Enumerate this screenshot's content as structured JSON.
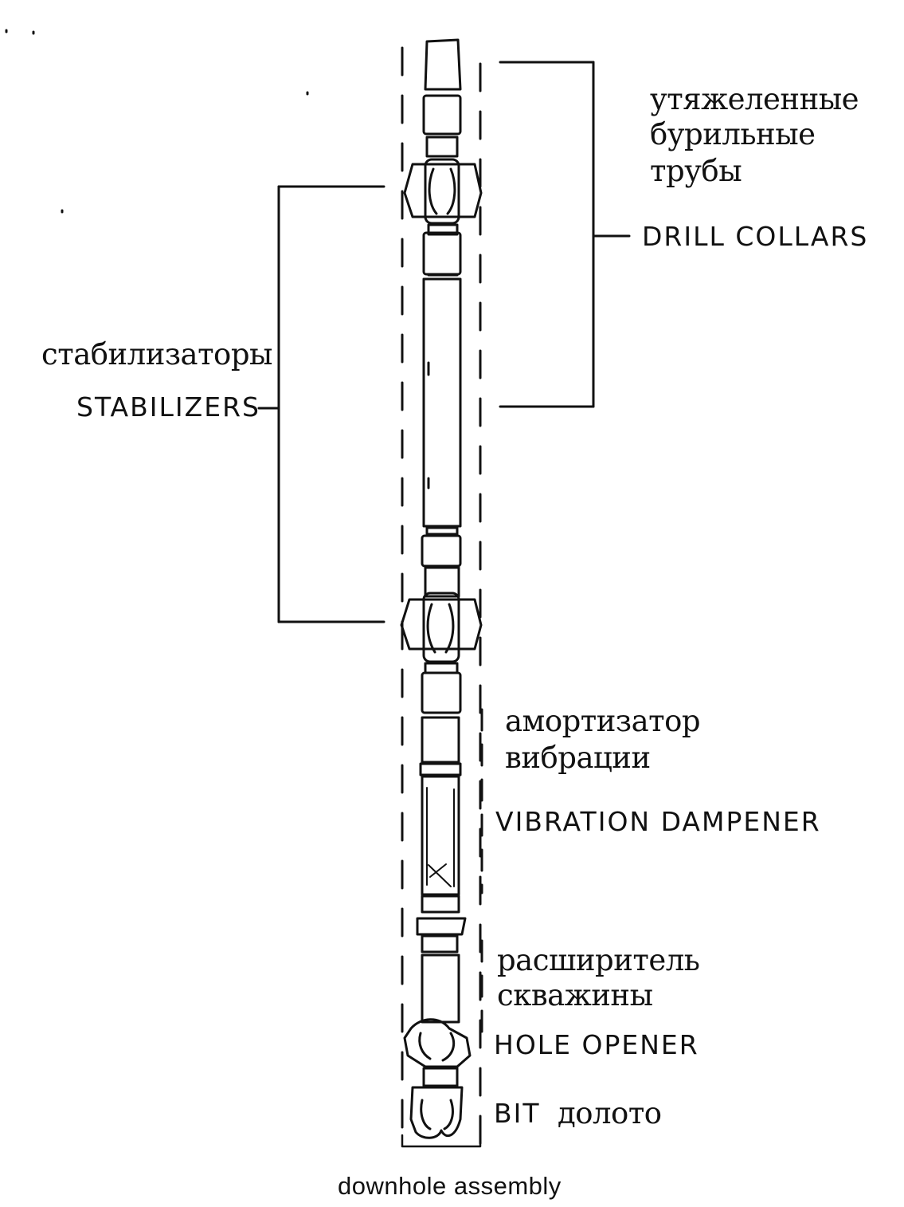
{
  "diagram": {
    "caption": "downhole assembly",
    "labels": {
      "drill_collars_ru": [
        "утяжеленные",
        "бурильные",
        "трубы"
      ],
      "drill_collars_en": "DRILL COLLARS",
      "stabilizers_ru": "стабилизаторы",
      "stabilizers_en": "STABILIZERS",
      "vibration_dampener_ru": [
        "амортизатор",
        "вибрации"
      ],
      "vibration_dampener_en": "VIBRATION DAMPENER",
      "hole_opener_ru": [
        "расширитель",
        "скважины"
      ],
      "hole_opener_en": "HOLE OPENER",
      "bit_en": "BIT",
      "bit_ru": "долото"
    },
    "colors": {
      "ink": "#111111",
      "background": "#ffffff"
    }
  }
}
